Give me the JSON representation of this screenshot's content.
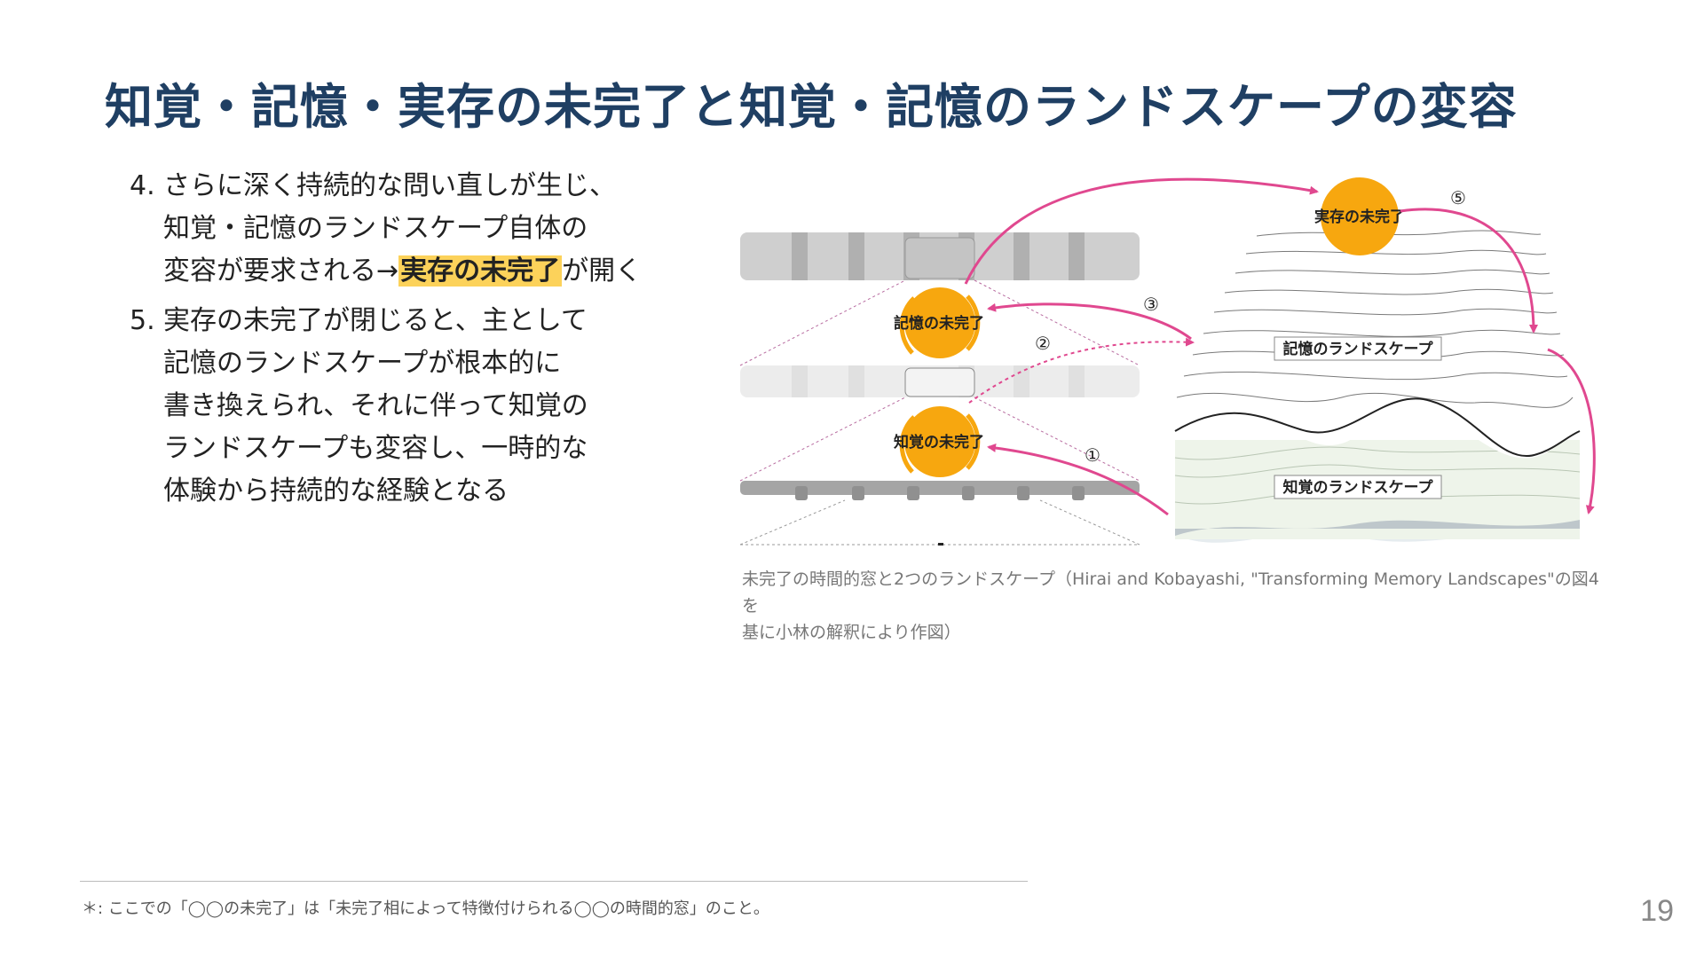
{
  "slide": {
    "title": "知覚・記憶・実存の未完了と知覚・記憶のランドスケープの変容",
    "page_number": "19"
  },
  "items": [
    {
      "number": "4.",
      "lines": [
        "さらに深く持続的な問い直しが生じ、",
        "知覚・記憶のランドスケープ自体の"
      ],
      "last_prefix": "変容が要求される→",
      "highlight": "実存の未完了",
      "last_suffix": "が開く"
    },
    {
      "number": "5.",
      "lines": [
        "実存の未完了が閉じると、主として",
        "記憶のランドスケープが根本的に",
        "書き換えられ、それに伴って知覚の",
        "ランドスケープも変容し、一時的な",
        "体験から持続的な経験となる"
      ]
    }
  ],
  "figure": {
    "labels": {
      "memory_incomplete": "記憶の未完了",
      "perception_incomplete": "知覚の未完了",
      "existence_incomplete": "実存の未完了",
      "memory_landscape": "記憶のランドスケープ",
      "perception_landscape": "知覚のランドスケープ"
    },
    "steps": [
      "①",
      "②",
      "③",
      "⑤"
    ],
    "colors": {
      "orange": "#f7a70f",
      "pink": "#e0488f",
      "gray": "#bdbdbd"
    }
  },
  "caption": {
    "line1": "未完了の時間的窓と2つのランドスケープ（Hirai and Kobayashi, \"Transforming Memory Landscapes\"の図4を",
    "line2": "基に小林の解釈により作図）"
  },
  "footnote": "＊: ここでの「◯◯の未完了」は「未完了相によって特徴付けられる◯◯の時間的窓」のこと。"
}
